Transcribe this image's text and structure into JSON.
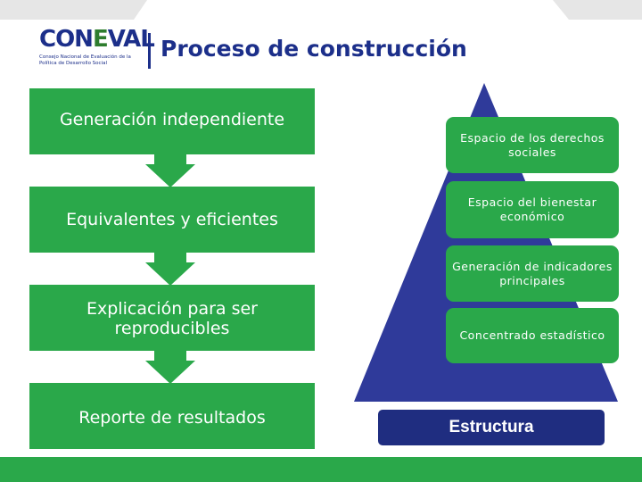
{
  "header": {
    "logo_text_a": "CON",
    "logo_text_b": "E",
    "logo_text_c": "VAL",
    "logo_subtitle": "Consejo Nacional de Evaluación de la Política de Desarrollo Social",
    "title": "Proceso de construcción"
  },
  "steps": [
    {
      "label": "Generación independiente"
    },
    {
      "label": "Equivalentes y eficientes"
    },
    {
      "label": "Explicación para ser reproducibles"
    },
    {
      "label": "Reporte de resultados"
    }
  ],
  "pyramid": {
    "levels": [
      {
        "label": "Espacio de los derechos sociales"
      },
      {
        "label": "Espacio del bienestar económico"
      },
      {
        "label": "Generación de indicadores principales"
      },
      {
        "label": "Concentrado estadístico"
      }
    ],
    "base_label": "Estructura"
  },
  "colors": {
    "green": "#2aa84a",
    "navy": "#1c2f8a",
    "pyramid": "#2f3a9a",
    "corner": "#e6e6e6"
  }
}
